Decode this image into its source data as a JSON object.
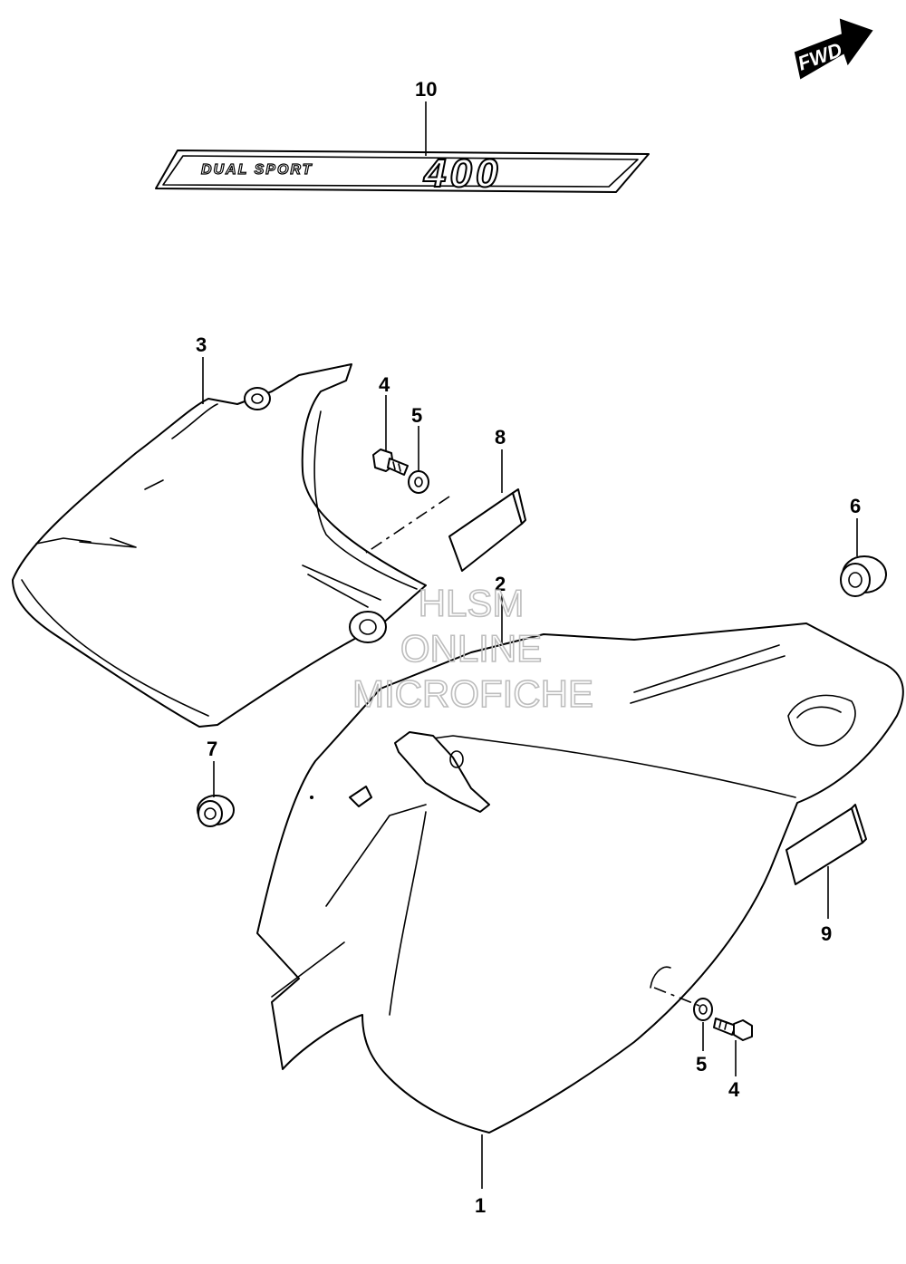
{
  "diagram": {
    "fwd_label": "FWD",
    "decal_text": "DUAL SPORT",
    "decal_model": "400",
    "watermark": [
      "HLSM",
      "ONLINE",
      "MICROFICHE"
    ],
    "callouts": [
      "10",
      "3",
      "4",
      "5",
      "8",
      "2",
      "6",
      "7",
      "9",
      "5",
      "4",
      "1"
    ]
  }
}
